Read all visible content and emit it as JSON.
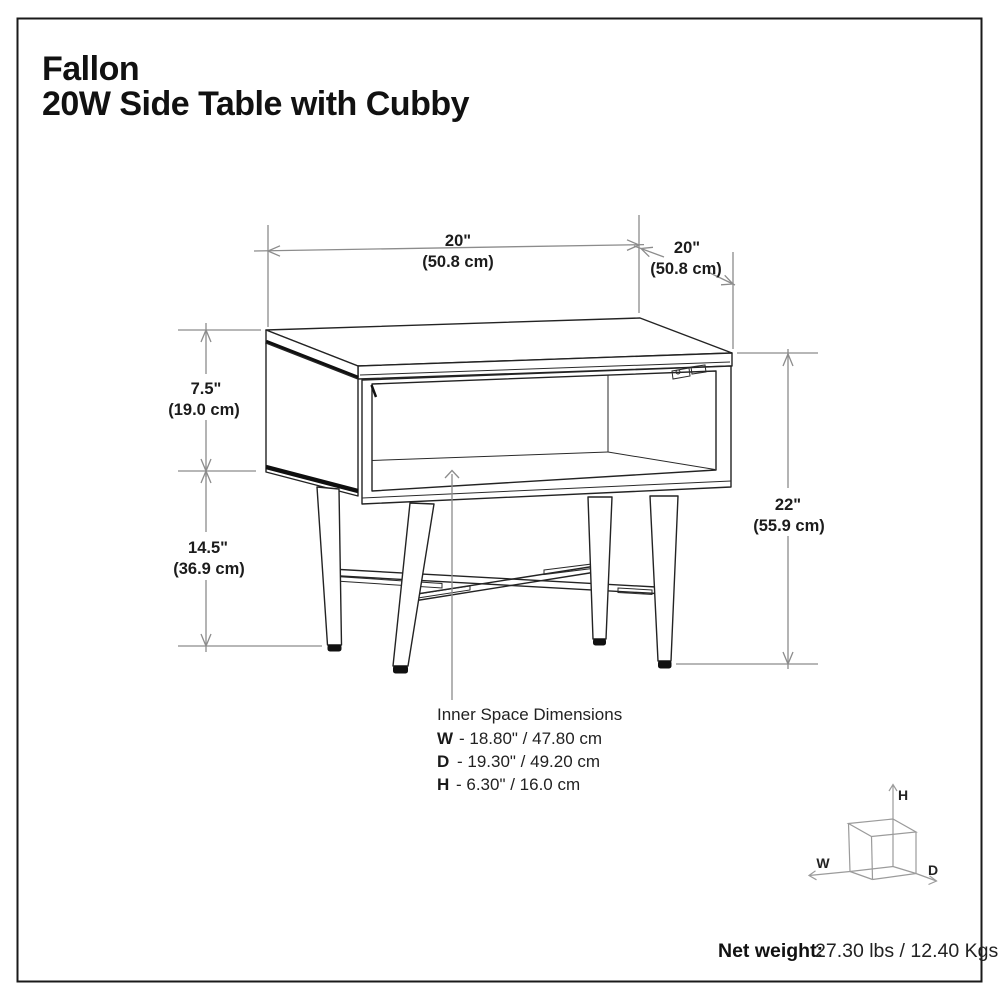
{
  "title": {
    "line1": "Fallon",
    "line2": "20W Side Table with Cubby"
  },
  "dims": {
    "width_in": "20\"",
    "width_cm": "(50.8 cm)",
    "depth_in": "20\"",
    "depth_cm": "(50.8 cm)",
    "upper_in": "7.5\"",
    "upper_cm": "(19.0 cm)",
    "lower_in": "14.5\"",
    "lower_cm": "(36.9 cm)",
    "total_in": "22\"",
    "total_cm": "(55.9 cm)"
  },
  "inner_space": {
    "heading": "Inner Space Dimensions",
    "rows": [
      {
        "key": "W",
        "value": "- 18.80\" / 47.80 cm"
      },
      {
        "key": "D",
        "value": "- 19.30\" / 49.20 cm"
      },
      {
        "key": "H",
        "value": "- 6.30\" / 16.0 cm"
      }
    ]
  },
  "axis_cube": {
    "width_label": "W",
    "depth_label": "D",
    "height_label": "H"
  },
  "net_weight": {
    "label": "Net weight:",
    "value": "27.30 lbs / 12.40 Kgs"
  },
  "colors": {
    "line": "#232323",
    "dimension": "#8c8c8c",
    "cube": "#9b9b9b",
    "background": "#ffffff"
  }
}
